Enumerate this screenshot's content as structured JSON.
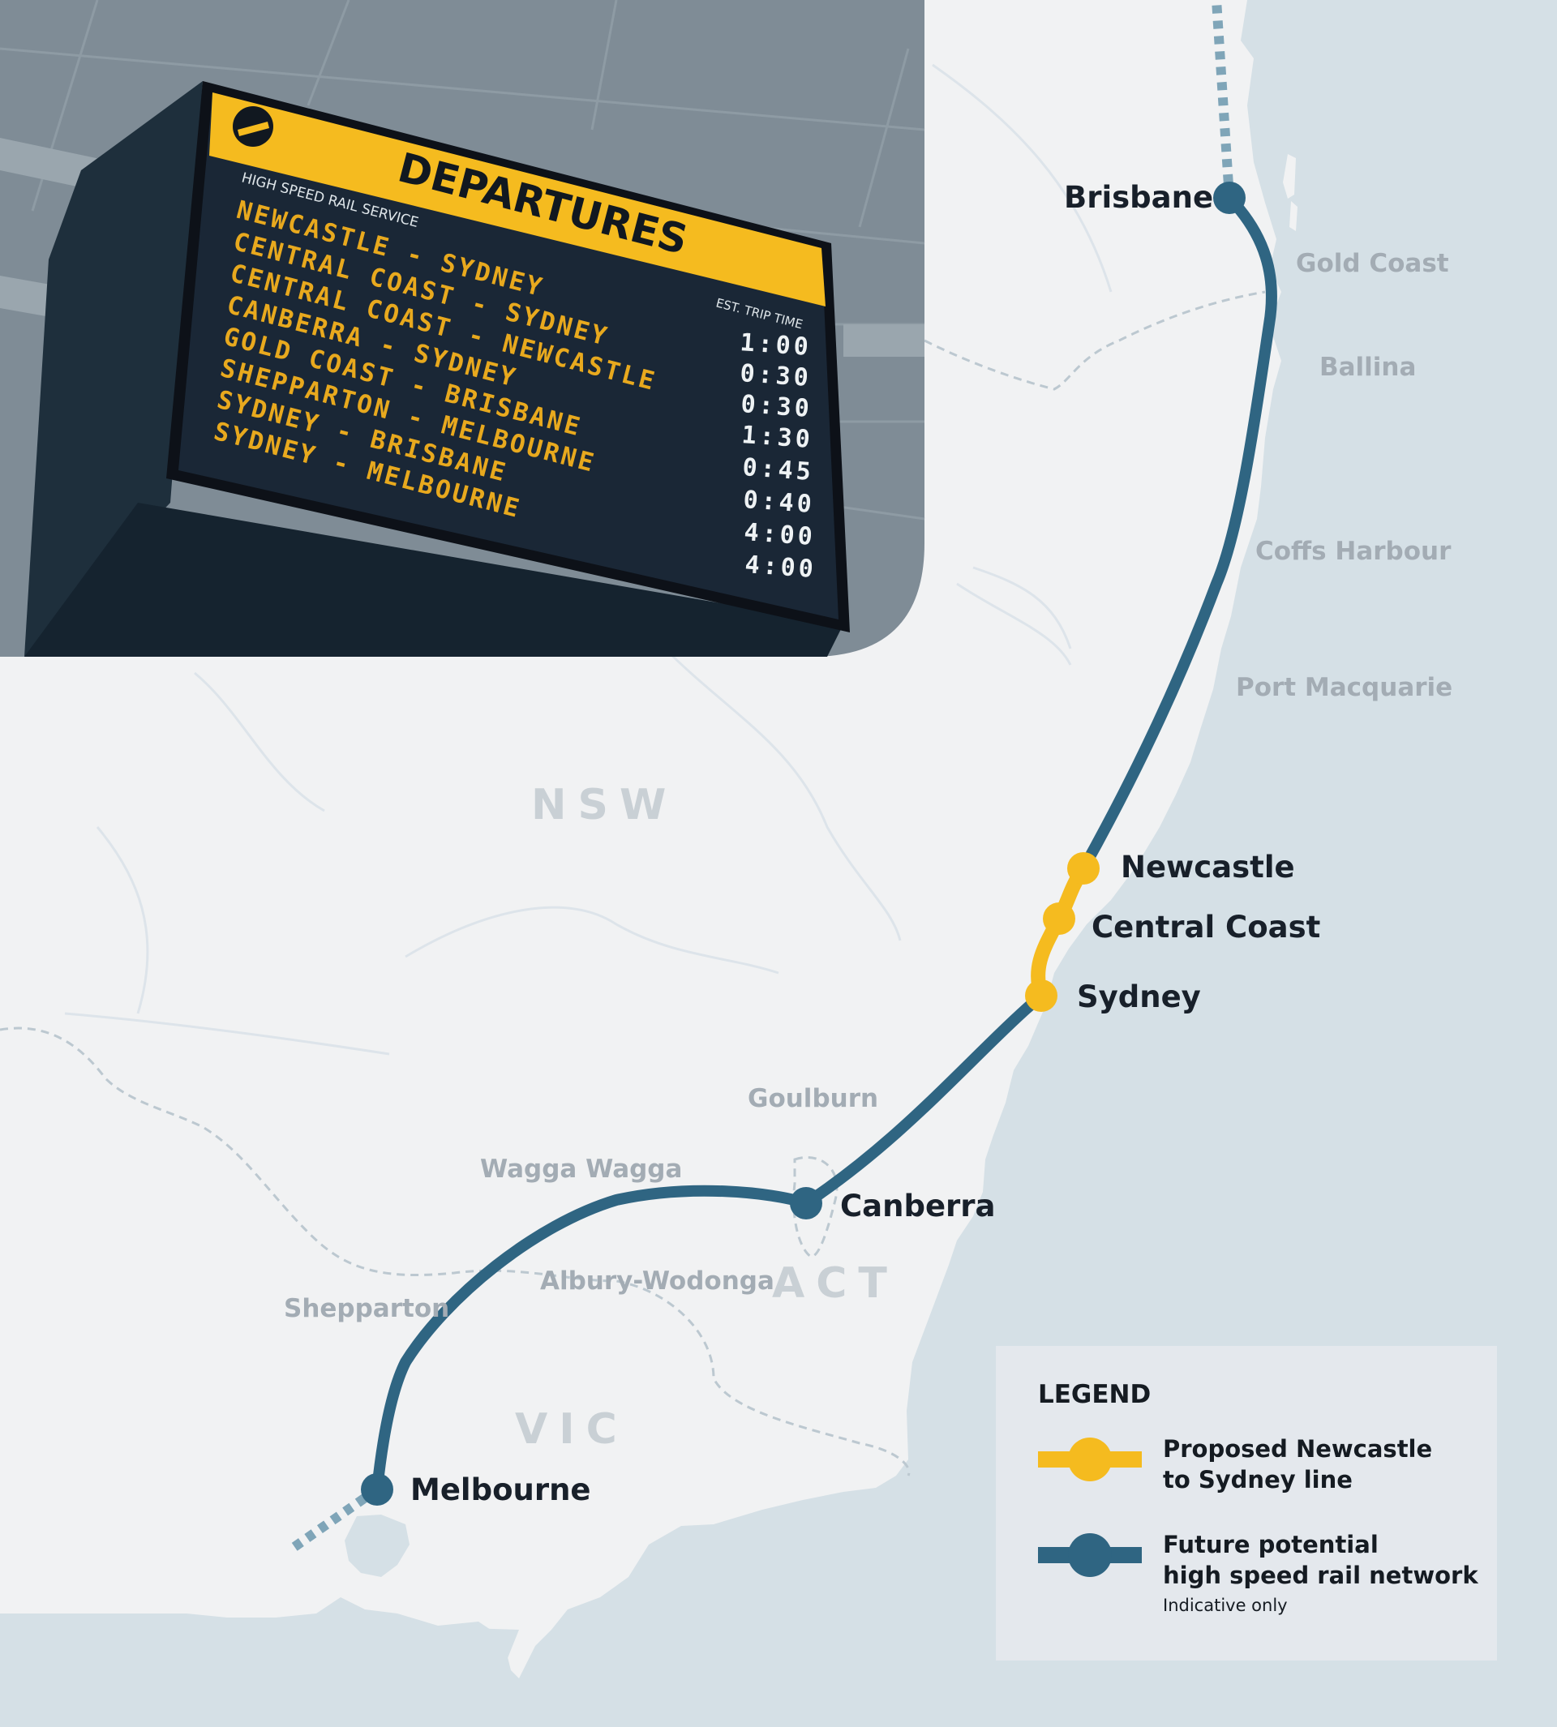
{
  "departures_board": {
    "title": "DEPARTURES",
    "subtitle": "HIGH SPEED RAIL SERVICE",
    "time_header": "EST. TRIP TIME",
    "rows": [
      {
        "route": "NEWCASTLE - SYDNEY",
        "time": "1:00"
      },
      {
        "route": "CENTRAL COAST - SYDNEY",
        "time": "0:30"
      },
      {
        "route": "CENTRAL COAST - NEWCASTLE",
        "time": "0:30"
      },
      {
        "route": "CANBERRA - SYDNEY",
        "time": "1:30"
      },
      {
        "route": "GOLD COAST - BRISBANE",
        "time": "0:45"
      },
      {
        "route": "SHEPPARTON - MELBOURNE",
        "time": "0:40"
      },
      {
        "route": "SYDNEY - BRISBANE",
        "time": "4:00"
      },
      {
        "route": "SYDNEY - MELBOURNE",
        "time": "4:00"
      }
    ]
  },
  "map": {
    "stations": {
      "brisbane": "Brisbane",
      "newcastle": "Newcastle",
      "central_coast": "Central Coast",
      "sydney": "Sydney",
      "canberra": "Canberra",
      "melbourne": "Melbourne"
    },
    "towns": {
      "gold_coast": "Gold Coast",
      "ballina": "Ballina",
      "coffs_harbour": "Coffs Harbour",
      "port_macquarie": "Port Macquarie",
      "goulburn": "Goulburn",
      "wagga_wagga": "Wagga Wagga",
      "albury_wodonga": "Albury-Wodonga",
      "shepparton": "Shepparton"
    },
    "states": {
      "nsw": "NSW",
      "act": "ACT",
      "vic": "VIC"
    },
    "colors": {
      "sea": "#d5e0e6",
      "land": "#f1f2f3",
      "proposed_line": "#f5bb1f",
      "future_line": "#2f6582",
      "boundary": "#bcc8d0"
    }
  },
  "legend": {
    "title": "LEGEND",
    "items": [
      {
        "label_line1": "Proposed Newcastle",
        "label_line2": "to Sydney line",
        "color": "#f5bb1f"
      },
      {
        "label_line1": "Future potential",
        "label_line2": "high speed rail network",
        "color": "#2f6582"
      }
    ],
    "note": "Indicative only"
  }
}
